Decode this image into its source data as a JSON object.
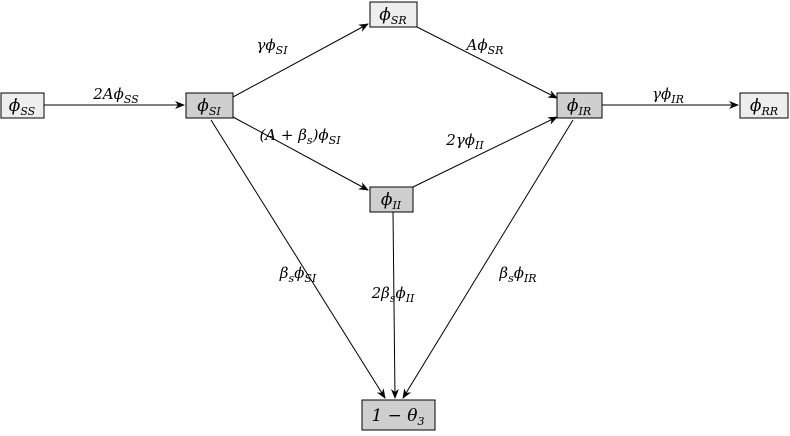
{
  "diagram": {
    "nodes": {
      "phi_ss": {
        "base": "ϕ",
        "sub": "SS"
      },
      "phi_si": {
        "base": "ϕ",
        "sub": "SI"
      },
      "phi_sr": {
        "base": "ϕ",
        "sub": "SR"
      },
      "phi_ii": {
        "base": "ϕ",
        "sub": "II"
      },
      "phi_ir": {
        "base": "ϕ",
        "sub": "IR"
      },
      "phi_rr": {
        "base": "ϕ",
        "sub": "RR"
      },
      "one_minus_theta3": {
        "base": "1 − θ",
        "sub": "3"
      }
    },
    "edges": {
      "ss_to_si": {
        "pre": "2Aϕ",
        "sub": "SS"
      },
      "si_to_sr": {
        "pre": "γϕ",
        "sub": "SI"
      },
      "sr_to_ir": {
        "pre": "Aϕ",
        "sub": "SR"
      },
      "ir_to_rr": {
        "pre": "γϕ",
        "sub": "IR"
      },
      "si_to_ii": {
        "pre": "(A + β",
        "mid": "s",
        "post": ")ϕ",
        "sub": "SI"
      },
      "ii_to_ir": {
        "pre": "2γϕ",
        "sub": "II"
      },
      "si_to_theta": {
        "pre": "β",
        "mid": "s",
        "post": "ϕ",
        "sub": "SI"
      },
      "ii_to_theta": {
        "pre": "2β",
        "mid": "s",
        "post": "ϕ",
        "sub": "II"
      },
      "ir_to_theta": {
        "pre": "β",
        "mid": "s",
        "post": "ϕ",
        "sub": "IR"
      }
    }
  }
}
